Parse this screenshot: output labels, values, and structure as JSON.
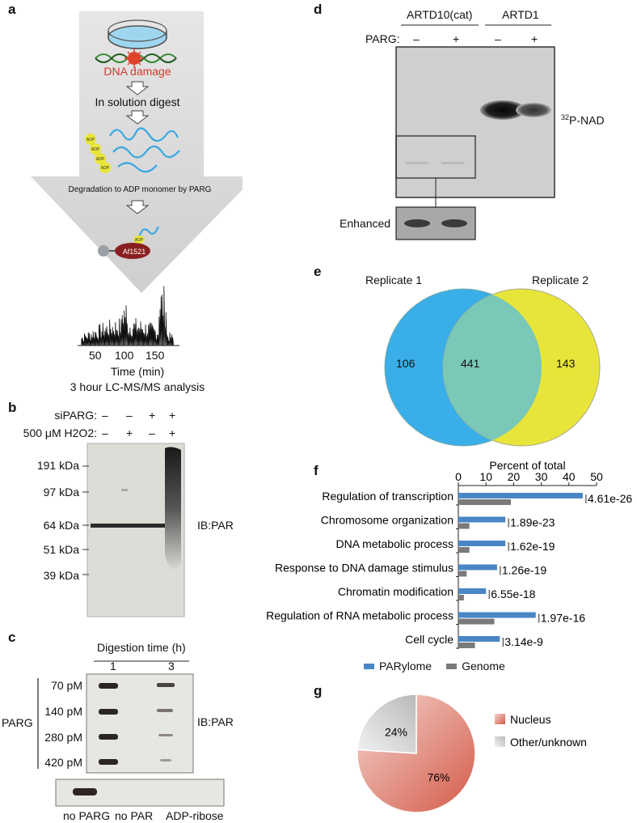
{
  "panels": {
    "a": {
      "label": "a",
      "dna_damage": "DNA damage",
      "step_digest": "In solution digest",
      "adp_tag": "ADP",
      "step_degradation": "Degradation to ADP monomer by PARG",
      "af_label": "Af1521",
      "chromatogram_ticks": [
        "50",
        "100",
        "150"
      ],
      "xaxis_label": "Time (min)",
      "analysis_label": "3 hour LC-MS/MS analysis"
    },
    "b": {
      "label": "b",
      "row1_label": "siPARG:",
      "row1_signs": [
        "–",
        "–",
        "+",
        "+"
      ],
      "row2_label": "500 μM H2O2:",
      "row2_signs": [
        "–",
        "+",
        "–",
        "+"
      ],
      "markers": [
        "191 kDa",
        "97 kDa",
        "64 kDa",
        "51 kDa",
        "39 kDa"
      ],
      "blot_label": "IB:PAR"
    },
    "c": {
      "label": "c",
      "title": "Digestion time (h)",
      "col_labels": [
        "1",
        "3"
      ],
      "group_label": "PARG",
      "concentrations": [
        "70 pM",
        "140 pM",
        "280 pM",
        "420 pM"
      ],
      "blot_label": "IB:PAR",
      "controls": [
        "no PARG",
        "no PAR",
        "ADP-ribose"
      ]
    },
    "d": {
      "label": "d",
      "group1": "ARTD10(cat)",
      "group2": "ARTD1",
      "parg_label": "PARG:",
      "signs": [
        "–",
        "+",
        "–",
        "+"
      ],
      "band_label_sup": "32",
      "band_label": "P-NAD",
      "enhanced_label": "Enhanced"
    },
    "e": {
      "label": "e",
      "set1_name": "Replicate 1",
      "set2_name": "Replicate 2",
      "only1": "106",
      "overlap": "441",
      "only2": "143",
      "set1_color": "#3aaee8",
      "set2_color": "#e8e53a"
    },
    "f": {
      "label": "f"
    },
    "g": {
      "label": "g"
    }
  },
  "chart_data": [
    {
      "type": "bar",
      "orientation": "horizontal",
      "title": "Percent of total",
      "xlim": [
        0,
        50
      ],
      "xticks": [
        "0",
        "10",
        "20",
        "30",
        "40",
        "50"
      ],
      "categories": [
        "Regulation of transcription",
        "Chromosome organization",
        "DNA metabolic process",
        "Response to DNA damage stimulus",
        "Chromatin modification",
        "Regulation of RNA metabolic process",
        "Cell cycle"
      ],
      "series": [
        {
          "name": "PARylome",
          "color": "#4a86c5",
          "values": [
            45,
            17,
            17,
            14,
            10,
            28,
            15
          ]
        },
        {
          "name": "Genome",
          "color": "#7a7a7a",
          "values": [
            19,
            4,
            4,
            3,
            2,
            13,
            6
          ]
        }
      ],
      "annotations": [
        "4.61e-26",
        "1.89e-23",
        "1.62e-19",
        "1.26e-19",
        "6.55e-18",
        "1.97e-16",
        "3.14e-9"
      ]
    },
    {
      "type": "pie",
      "labels": [
        "Nucleus",
        "Other/unknown"
      ],
      "values": [
        76,
        24
      ],
      "value_labels": [
        "76%",
        "24%"
      ],
      "colors": [
        "#d45a48",
        "#c9cacc"
      ]
    }
  ]
}
